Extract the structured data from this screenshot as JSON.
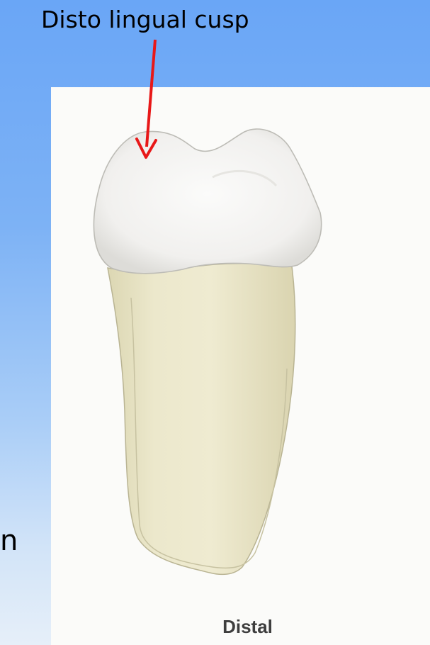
{
  "annotation": {
    "label": "Disto lingual cusp",
    "arrow_color": "#e81818"
  },
  "figure": {
    "caption": "Distal",
    "subject": "tooth-distal-view",
    "crown_color": "#f6f5f3",
    "root_color": "#e8e4c6"
  },
  "edge_fragment": {
    "text": "n"
  },
  "background": {
    "gradient_top": "#6aa6f6",
    "gradient_bottom": "#e6eff9"
  }
}
